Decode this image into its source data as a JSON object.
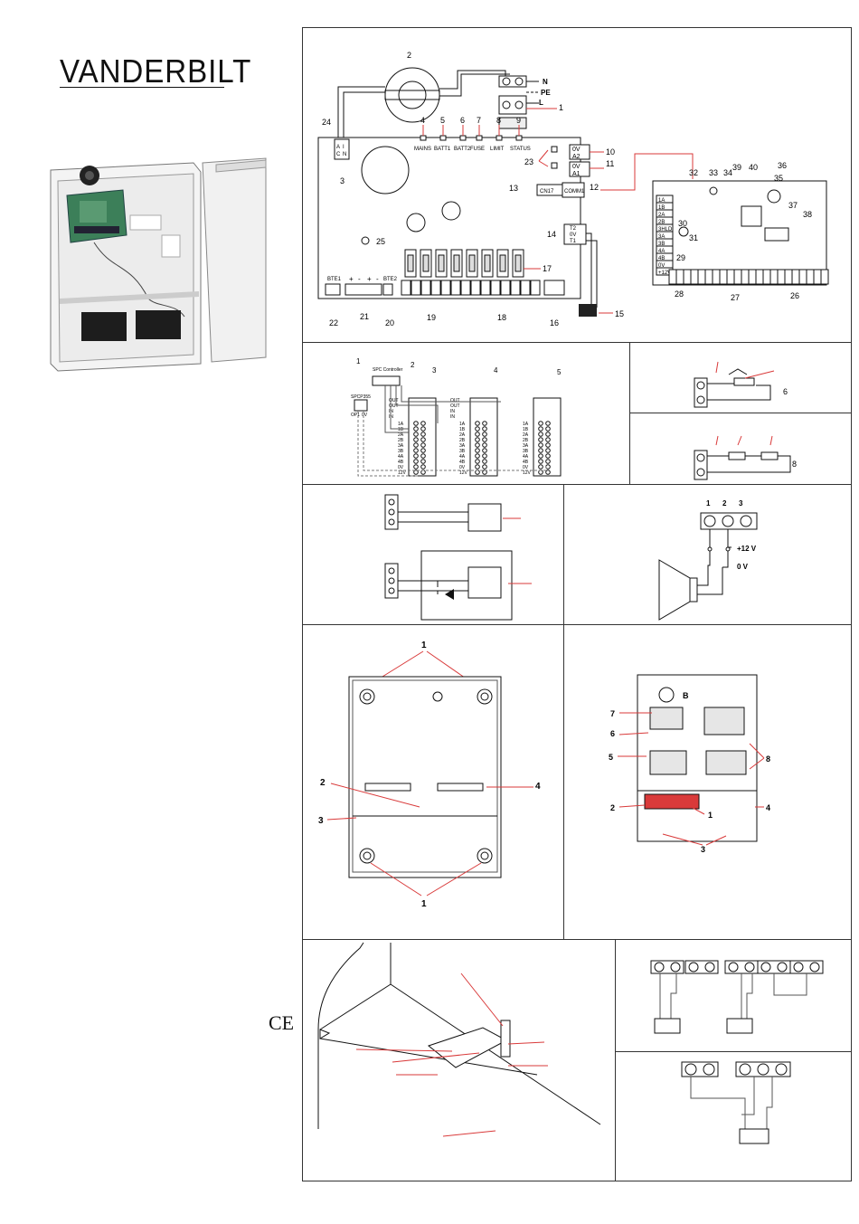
{
  "brand": {
    "logo_text": "VANDERBILT",
    "ce_mark": "CE"
  },
  "figure1": {
    "callouts": [
      "1",
      "2",
      "3",
      "4",
      "5",
      "6",
      "7",
      "8",
      "9",
      "10",
      "11",
      "12",
      "13",
      "14",
      "15",
      "16",
      "17",
      "18",
      "19",
      "20",
      "21",
      "22",
      "23",
      "24",
      "25",
      "26",
      "27",
      "28",
      "29",
      "30",
      "31",
      "32",
      "33",
      "34",
      "35",
      "36",
      "37",
      "38",
      "39",
      "40"
    ],
    "mains_labels": [
      "N",
      "PE",
      "L"
    ],
    "leds": [
      "MAINS",
      "BATT1",
      "BATT2",
      "FUSE",
      "LIMIT",
      "STATUS"
    ],
    "top_terminals": [
      "0V",
      "A2",
      "0V",
      "A1"
    ],
    "comm": [
      "CN17",
      "COMM1"
    ],
    "t_terminals": [
      "T2",
      "0V",
      "T1"
    ],
    "bte": [
      "BTE1",
      "BTE2"
    ],
    "batt_polarity": [
      "+",
      "-",
      "+",
      "-"
    ],
    "ac_term": [
      "A",
      "C",
      "I",
      "N"
    ],
    "controller_terms": [
      "1A",
      "1B",
      "2A",
      "2B",
      "3HLD",
      "3A",
      "3B",
      "4A",
      "4B",
      "0V",
      "+12V"
    ]
  },
  "figure2": {
    "callouts": [
      "1",
      "2",
      "3",
      "4",
      "5"
    ],
    "labels": [
      "SPCP355",
      "SPC Controller",
      "OP1",
      "0V"
    ],
    "bus_terms": [
      "OUT",
      "OUT",
      "IN",
      "IN"
    ],
    "zone_terms": [
      "1A",
      "1B",
      "2A",
      "2B",
      "3A",
      "3B",
      "4A",
      "4B",
      "0V",
      "12V"
    ]
  },
  "figure_eol": {
    "callouts": [
      "6",
      "8"
    ]
  },
  "figure_siren": {
    "callouts": [
      "1",
      "2",
      "3"
    ],
    "labels": [
      "+12 V",
      "0 V"
    ]
  },
  "figure_mount": {
    "callouts": [
      "1",
      "2",
      "3",
      "4",
      "1"
    ]
  },
  "figure_case": {
    "callouts": [
      "7",
      "6",
      "5",
      "2",
      "1",
      "3",
      "4",
      "8"
    ],
    "mark": "B"
  },
  "colors": {
    "accent": "#d93a3a",
    "line": "#333333",
    "panel_fill": "#e6e6e6"
  }
}
